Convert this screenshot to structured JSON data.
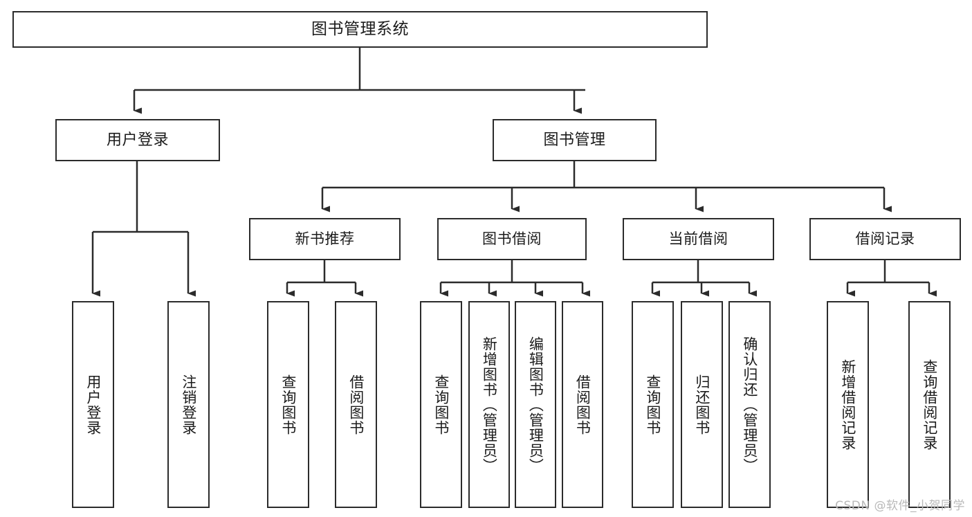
{
  "diagram": {
    "title": "图书管理系统",
    "colors": {
      "stroke": "#2b2b2b",
      "fill": "#ffffff",
      "text": "#1b1b1b",
      "watermark": "#b9b9b9"
    },
    "root": {
      "label": "图书管理系统"
    },
    "level1": [
      {
        "label": "用户登录"
      },
      {
        "label": "图书管理"
      }
    ],
    "level2": [
      {
        "label": "新书推荐"
      },
      {
        "label": "图书借阅"
      },
      {
        "label": "当前借阅"
      },
      {
        "label": "借阅记录"
      }
    ],
    "leaves": {
      "user_login": [
        {
          "label": "用户登录"
        },
        {
          "label": "注销登录"
        }
      ],
      "new_book_recommend": [
        {
          "label": "查询图书"
        },
        {
          "label": "借阅图书"
        }
      ],
      "book_borrow": [
        {
          "label": "查询图书"
        },
        {
          "label": "新增图书（管理员）"
        },
        {
          "label": "编辑图书（管理员）"
        },
        {
          "label": "借阅图书"
        }
      ],
      "current_borrow": [
        {
          "label": "查询图书"
        },
        {
          "label": "归还图书"
        },
        {
          "label": "确认归还（管理员）"
        }
      ],
      "borrow_record": [
        {
          "label": "新增借阅记录"
        },
        {
          "label": "查询借阅记录"
        }
      ]
    },
    "watermark": "CSDN @软件_小贺同学"
  }
}
